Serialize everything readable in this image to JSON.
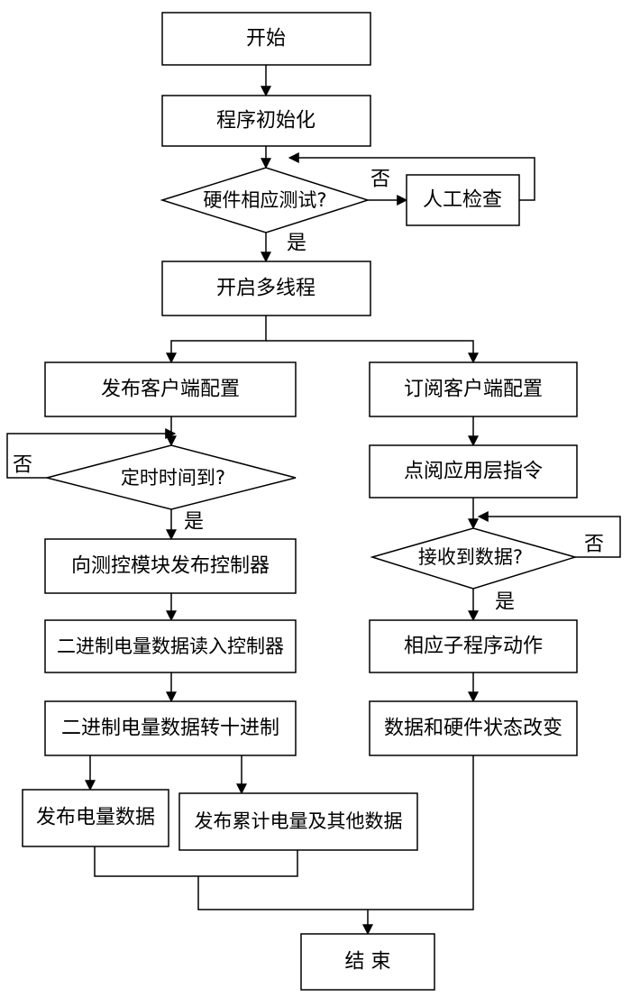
{
  "flowchart": {
    "nodes": {
      "start": "开始",
      "init": "程序初始化",
      "hw_test": "硬件相应测试?",
      "manual_check": "人工检查",
      "multithread": "开启多线程",
      "pub_config": "发布客户端配置",
      "sub_config": "订阅客户端配置",
      "timer": "定时时间到?",
      "publish_controller": "向测控模块发布控制器",
      "read_binary": "二进制电量数据读入控制器",
      "convert": "二进制电量数据转十进制",
      "publish_power": "发布电量数据",
      "publish_cumulative": "发布累计电量及其他数据",
      "click_app": "点阅应用层指令",
      "receive": "接收到数据?",
      "subroutine": "相应子程序动作",
      "state_change": "数据和硬件状态改变",
      "end": "结 束"
    },
    "labels": {
      "no_hw": "否",
      "yes_hw": "是",
      "no_timer": "否",
      "yes_timer": "是",
      "no_receive": "否",
      "yes_receive": "是"
    }
  }
}
